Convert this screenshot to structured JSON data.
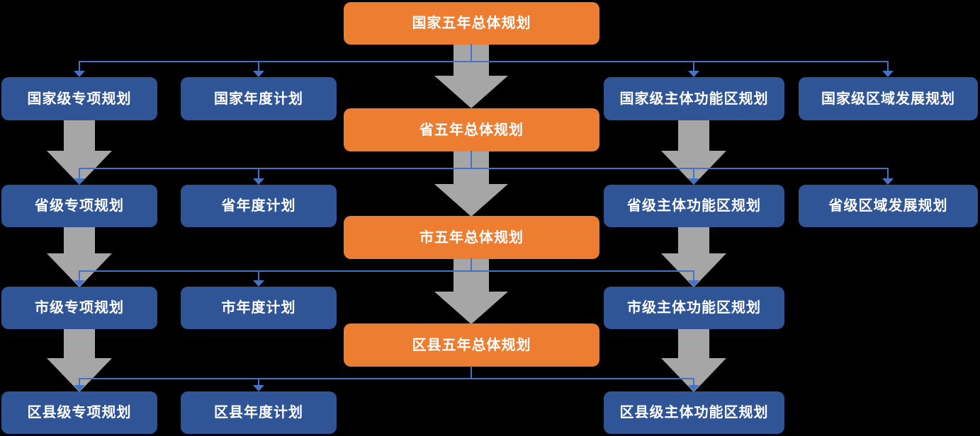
{
  "diagram": {
    "title": "planning-system-hierarchy",
    "background": "#000000",
    "colors": {
      "overall_plan_node": "#ED7D31",
      "sub_plan_node": "#2F5597",
      "connector_line": "#4472C4",
      "flow_arrow": "#A6A6A6",
      "node_text": "#FFFFFF"
    },
    "nodes": [
      {
        "id": "national-five-year-overall",
        "label": "国家五年总体规划",
        "level": "国家",
        "type": "overall"
      },
      {
        "id": "national-special",
        "label": "国家级专项规划",
        "level": "国家",
        "type": "special"
      },
      {
        "id": "national-annual",
        "label": "国家年度计划",
        "level": "国家",
        "type": "annual"
      },
      {
        "id": "national-main-function-zone",
        "label": "国家级主体功能区规划",
        "level": "国家",
        "type": "main-function-zone"
      },
      {
        "id": "national-regional-development",
        "label": "国家级区域发展规划",
        "level": "国家",
        "type": "regional-development"
      },
      {
        "id": "provincial-five-year-overall",
        "label": "省五年总体规划",
        "level": "省",
        "type": "overall"
      },
      {
        "id": "provincial-special",
        "label": "省级专项规划",
        "level": "省",
        "type": "special"
      },
      {
        "id": "provincial-annual",
        "label": "省年度计划",
        "level": "省",
        "type": "annual"
      },
      {
        "id": "provincial-main-function-zone",
        "label": "省级主体功能区规划",
        "level": "省",
        "type": "main-function-zone"
      },
      {
        "id": "provincial-regional-development",
        "label": "省级区域发展规划",
        "level": "省",
        "type": "regional-development"
      },
      {
        "id": "municipal-five-year-overall",
        "label": "市五年总体规划",
        "level": "市",
        "type": "overall"
      },
      {
        "id": "municipal-special",
        "label": "市级专项规划",
        "level": "市",
        "type": "special"
      },
      {
        "id": "municipal-annual",
        "label": "市年度计划",
        "level": "市",
        "type": "annual"
      },
      {
        "id": "municipal-main-function-zone",
        "label": "市级主体功能区规划",
        "level": "市",
        "type": "main-function-zone"
      },
      {
        "id": "county-five-year-overall",
        "label": "区县五年总体规划",
        "level": "区县",
        "type": "overall"
      },
      {
        "id": "county-special",
        "label": "区县级专项规划",
        "level": "区县",
        "type": "special"
      },
      {
        "id": "county-annual",
        "label": "区县年度计划",
        "level": "区县",
        "type": "annual"
      },
      {
        "id": "county-main-function-zone",
        "label": "区县级主体功能区规划",
        "level": "区县",
        "type": "main-function-zone"
      }
    ],
    "edges": {
      "flow_arrows": [
        {
          "from": "national-five-year-overall",
          "to": "provincial-five-year-overall"
        },
        {
          "from": "provincial-five-year-overall",
          "to": "municipal-five-year-overall"
        },
        {
          "from": "municipal-five-year-overall",
          "to": "county-five-year-overall"
        },
        {
          "from": "national-special",
          "to": "provincial-special"
        },
        {
          "from": "provincial-special",
          "to": "municipal-special"
        },
        {
          "from": "municipal-special",
          "to": "county-special"
        },
        {
          "from": "national-main-function-zone",
          "to": "provincial-main-function-zone"
        },
        {
          "from": "provincial-main-function-zone",
          "to": "municipal-main-function-zone"
        },
        {
          "from": "municipal-main-function-zone",
          "to": "county-main-function-zone"
        }
      ],
      "guide_links": [
        {
          "from": "national-five-year-overall",
          "to": "national-special"
        },
        {
          "from": "national-five-year-overall",
          "to": "national-annual"
        },
        {
          "from": "national-five-year-overall",
          "to": "national-main-function-zone"
        },
        {
          "from": "national-five-year-overall",
          "to": "national-regional-development"
        },
        {
          "from": "provincial-five-year-overall",
          "to": "provincial-special"
        },
        {
          "from": "provincial-five-year-overall",
          "to": "provincial-annual"
        },
        {
          "from": "provincial-five-year-overall",
          "to": "provincial-main-function-zone"
        },
        {
          "from": "provincial-five-year-overall",
          "to": "provincial-regional-development"
        },
        {
          "from": "municipal-five-year-overall",
          "to": "municipal-special"
        },
        {
          "from": "municipal-five-year-overall",
          "to": "municipal-annual"
        },
        {
          "from": "municipal-five-year-overall",
          "to": "municipal-main-function-zone"
        },
        {
          "from": "county-five-year-overall",
          "to": "county-special"
        },
        {
          "from": "county-five-year-overall",
          "to": "county-annual"
        },
        {
          "from": "county-five-year-overall",
          "to": "county-main-function-zone"
        }
      ]
    }
  }
}
